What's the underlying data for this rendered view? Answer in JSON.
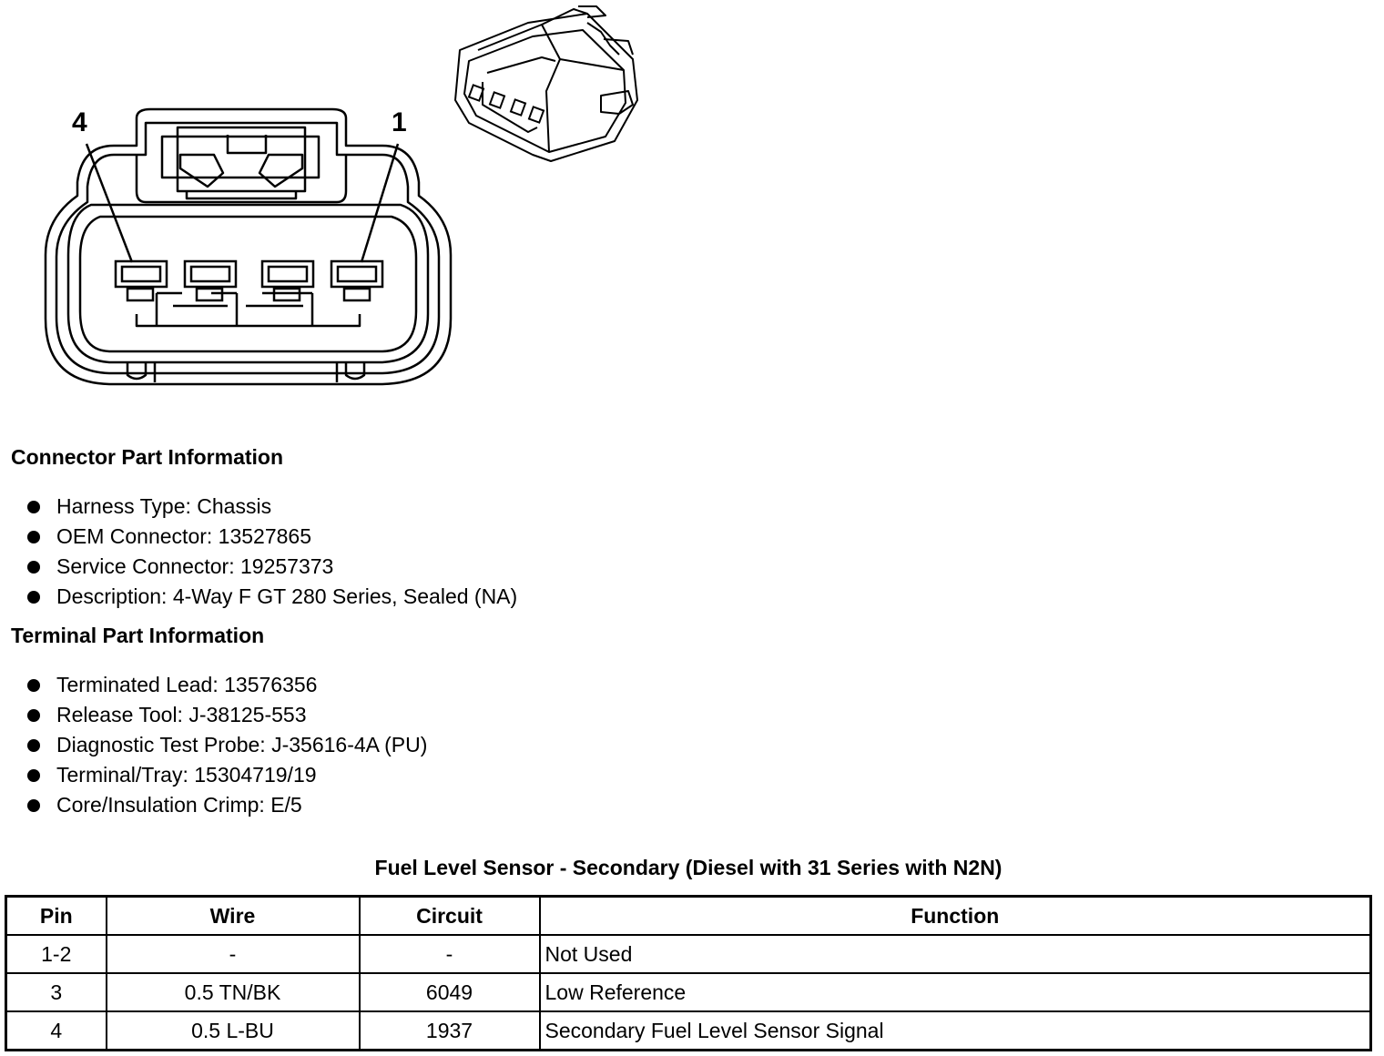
{
  "connector_view": {
    "pin_labels": {
      "left": "4",
      "right": "1"
    }
  },
  "connector_part_info": {
    "heading": "Connector Part Information",
    "items": [
      "Harness Type: Chassis",
      "OEM Connector: 13527865",
      "Service Connector: 19257373",
      "Description: 4-Way F GT 280 Series, Sealed (NA)"
    ]
  },
  "terminal_part_info": {
    "heading": "Terminal Part Information",
    "items": [
      "Terminated Lead: 13576356",
      "Release Tool: J-38125-553",
      "Diagnostic Test Probe: J-35616-4A (PU)",
      "Terminal/Tray: 15304719/19",
      "Core/Insulation Crimp: E/5"
    ]
  },
  "pin_table": {
    "title": "Fuel Level Sensor - Secondary (Diesel with 31 Series with N2N)",
    "headers": [
      "Pin",
      "Wire",
      "Circuit",
      "Function"
    ],
    "rows": [
      [
        "1-2",
        "-",
        "-",
        "Not Used"
      ],
      [
        "3",
        "0.5 TN/BK",
        "6049",
        "Low Reference"
      ],
      [
        "4",
        "0.5 L-BU",
        "1937",
        "Secondary Fuel Level Sensor Signal"
      ]
    ]
  }
}
